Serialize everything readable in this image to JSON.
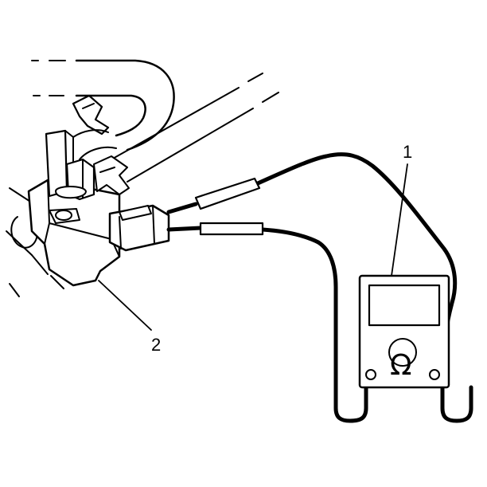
{
  "callouts": {
    "ohmmeter": "1",
    "solenoid_valve": "2"
  },
  "meter": {
    "function_symbol": "Ω",
    "icon": "ohm-symbol-icon"
  },
  "colors": {
    "line": "#000000",
    "background": "#ffffff"
  }
}
